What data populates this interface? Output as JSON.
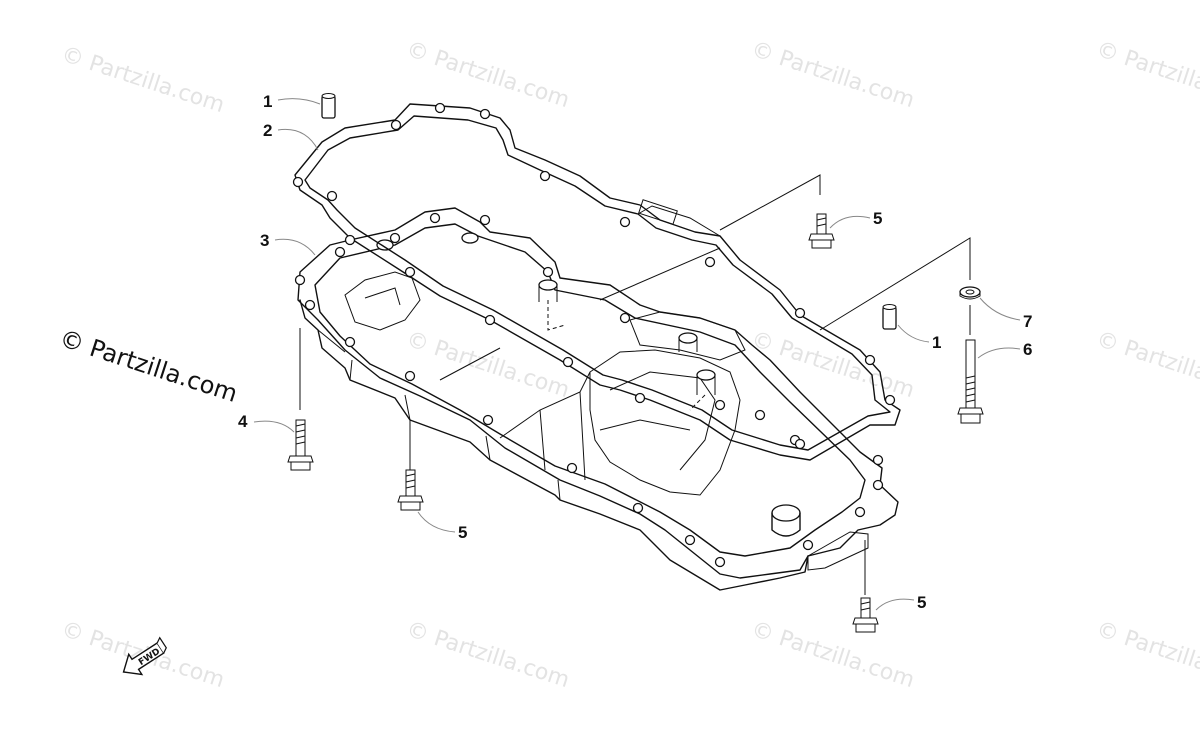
{
  "watermark": {
    "main": "© Partzilla.com",
    "repeat": "© Partzilla.com"
  },
  "fwd_label": "FWD",
  "callouts": [
    {
      "id": "1",
      "label": "1"
    },
    {
      "id": "2",
      "label": "2"
    },
    {
      "id": "3",
      "label": "3"
    },
    {
      "id": "4",
      "label": "4"
    },
    {
      "id": "5",
      "label": "5"
    },
    {
      "id": "1",
      "label": "1"
    },
    {
      "id": "7",
      "label": "7"
    },
    {
      "id": "6",
      "label": "6"
    },
    {
      "id": "5",
      "label": "5"
    },
    {
      "id": "5",
      "label": "5"
    }
  ]
}
